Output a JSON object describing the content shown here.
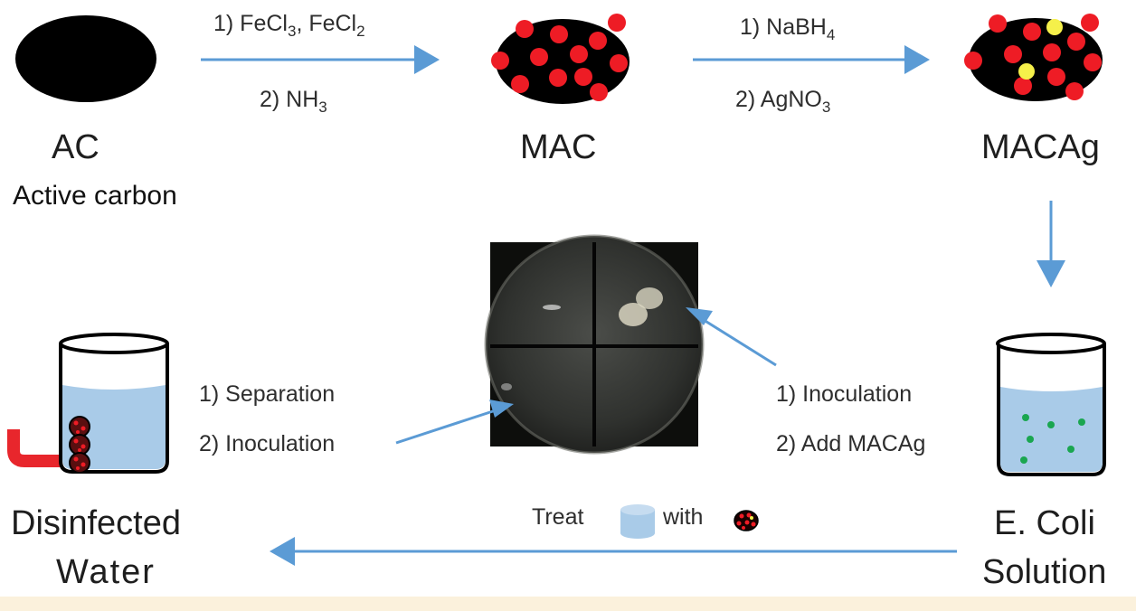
{
  "colors": {
    "carbon": "#000000",
    "iron_particle": "#ee1c25",
    "silver_particle": "#f5f04a",
    "arrow": "#5b9bd5",
    "water": "#a9cbe8",
    "bacteria": "#1aa650",
    "handle": "#e8262c",
    "plate_dark": "#2b2d2a"
  },
  "labels": {
    "ac": "AC",
    "ac_sub": "Active carbon",
    "mac": "MAC",
    "macag": "MACAg",
    "ecoli_line1": "E. Coli",
    "ecoli_line2": "Solution",
    "disinfected_line1": "Disinfected",
    "disinfected_line2": "Water"
  },
  "step1": {
    "a_prefix": "1) FeCl",
    "a_sub1": "3",
    "a_mid": ", FeCl",
    "a_sub2": "2",
    "b_prefix": "2) NH",
    "b_sub": "3"
  },
  "step2": {
    "a_prefix": "1) NaBH",
    "a_sub": "4",
    "b_prefix": "2) AgNO",
    "b_sub": "3"
  },
  "left_steps": {
    "line1": "1) Separation",
    "line2": "2) Inoculation"
  },
  "right_steps": {
    "line1": "1) Inoculation",
    "line2": "2) Add MACAg"
  },
  "treat": {
    "word1": "Treat",
    "word2": "with"
  },
  "icons": {
    "plate": "petri-dish-photo",
    "beaker_left": "beaker-with-magnetic-particles",
    "beaker_right": "beaker-with-bacteria"
  }
}
